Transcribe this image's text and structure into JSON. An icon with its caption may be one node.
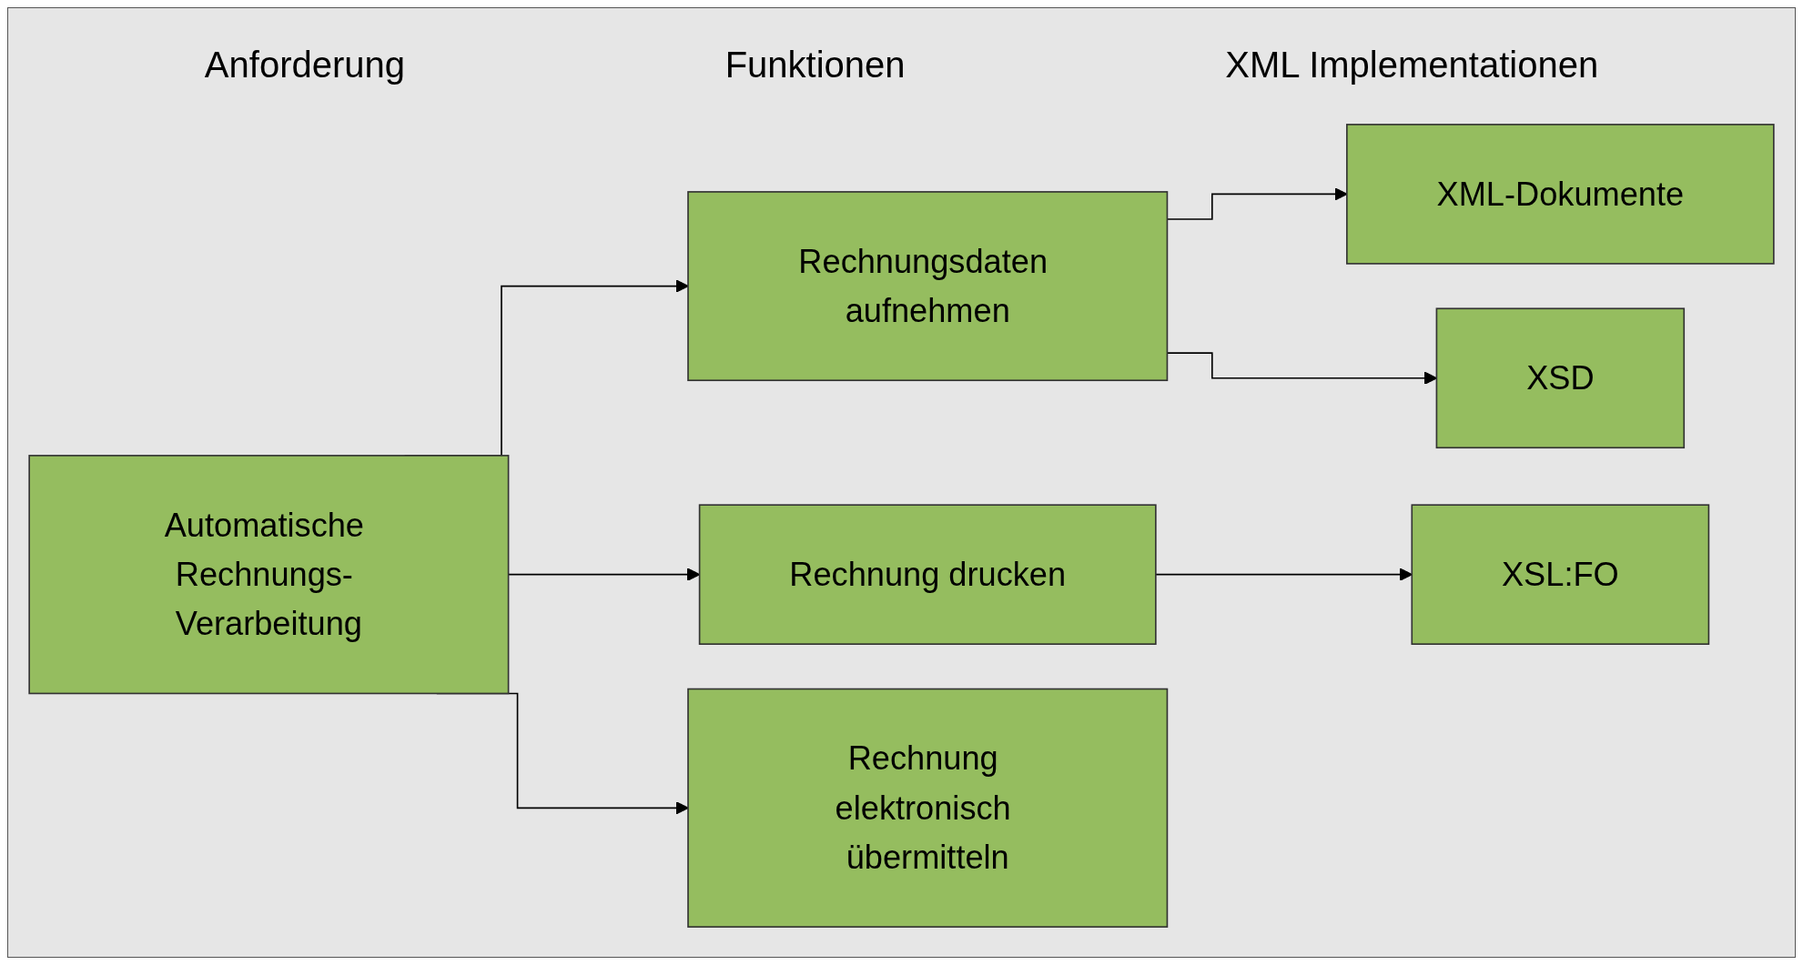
{
  "diagram": {
    "nodes": [
      {
        "text": [
          "Automatische Rechnungs- Verarbeitung"
        ]
      },
      {
        "text": [
          "Rechnungsdaten aufnehmen"
        ]
      },
      {
        "text": [
          "Rechnung drucken"
        ]
      },
      {
        "text": [
          "Rechnung elektronisch übermitteln"
        ]
      },
      {
        "text": [
          "XML-Dokumente"
        ]
      },
      {
        "text": [
          "XSD"
        ]
      },
      {
        "text": [
          "XSL:FO"
        ]
      }
    ],
    "edges": [
      {
        "from": 0,
        "to": 1,
        "arrow": "to"
      },
      {
        "from": 0,
        "to": 2,
        "arrow": "to"
      },
      {
        "from": 0,
        "to": 3,
        "arrow": "to"
      },
      {
        "from": 1,
        "to": 4,
        "arrow": "to"
      },
      {
        "from": 1,
        "to": 5,
        "arrow": "to"
      },
      {
        "from": 2,
        "to": 6,
        "arrow": "to"
      }
    ],
    "labels": [
      "Anforderung",
      "Funktionen",
      "XML Implementationen"
    ]
  }
}
